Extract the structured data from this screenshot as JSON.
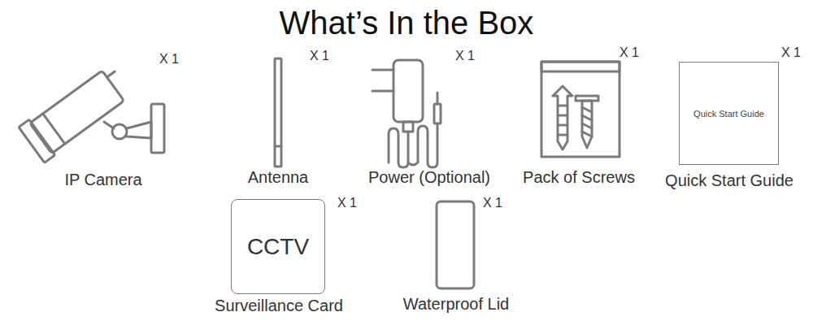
{
  "diagram": {
    "title": "What’s In the Box",
    "nodes": [
      {
        "text": [
          "Quick Start Guide"
        ]
      },
      {
        "text": [
          "CCTV"
        ]
      }
    ],
    "labels": [
      "X 1",
      "X 1",
      "X 1",
      "X 1",
      "X 1",
      "IP Camera",
      "Antenna",
      "Power (Optional)",
      "Pack of Screws",
      "Quick Start Guide",
      "X 1",
      "X 1",
      "Surveillance Card",
      "Waterproof Lid"
    ]
  }
}
